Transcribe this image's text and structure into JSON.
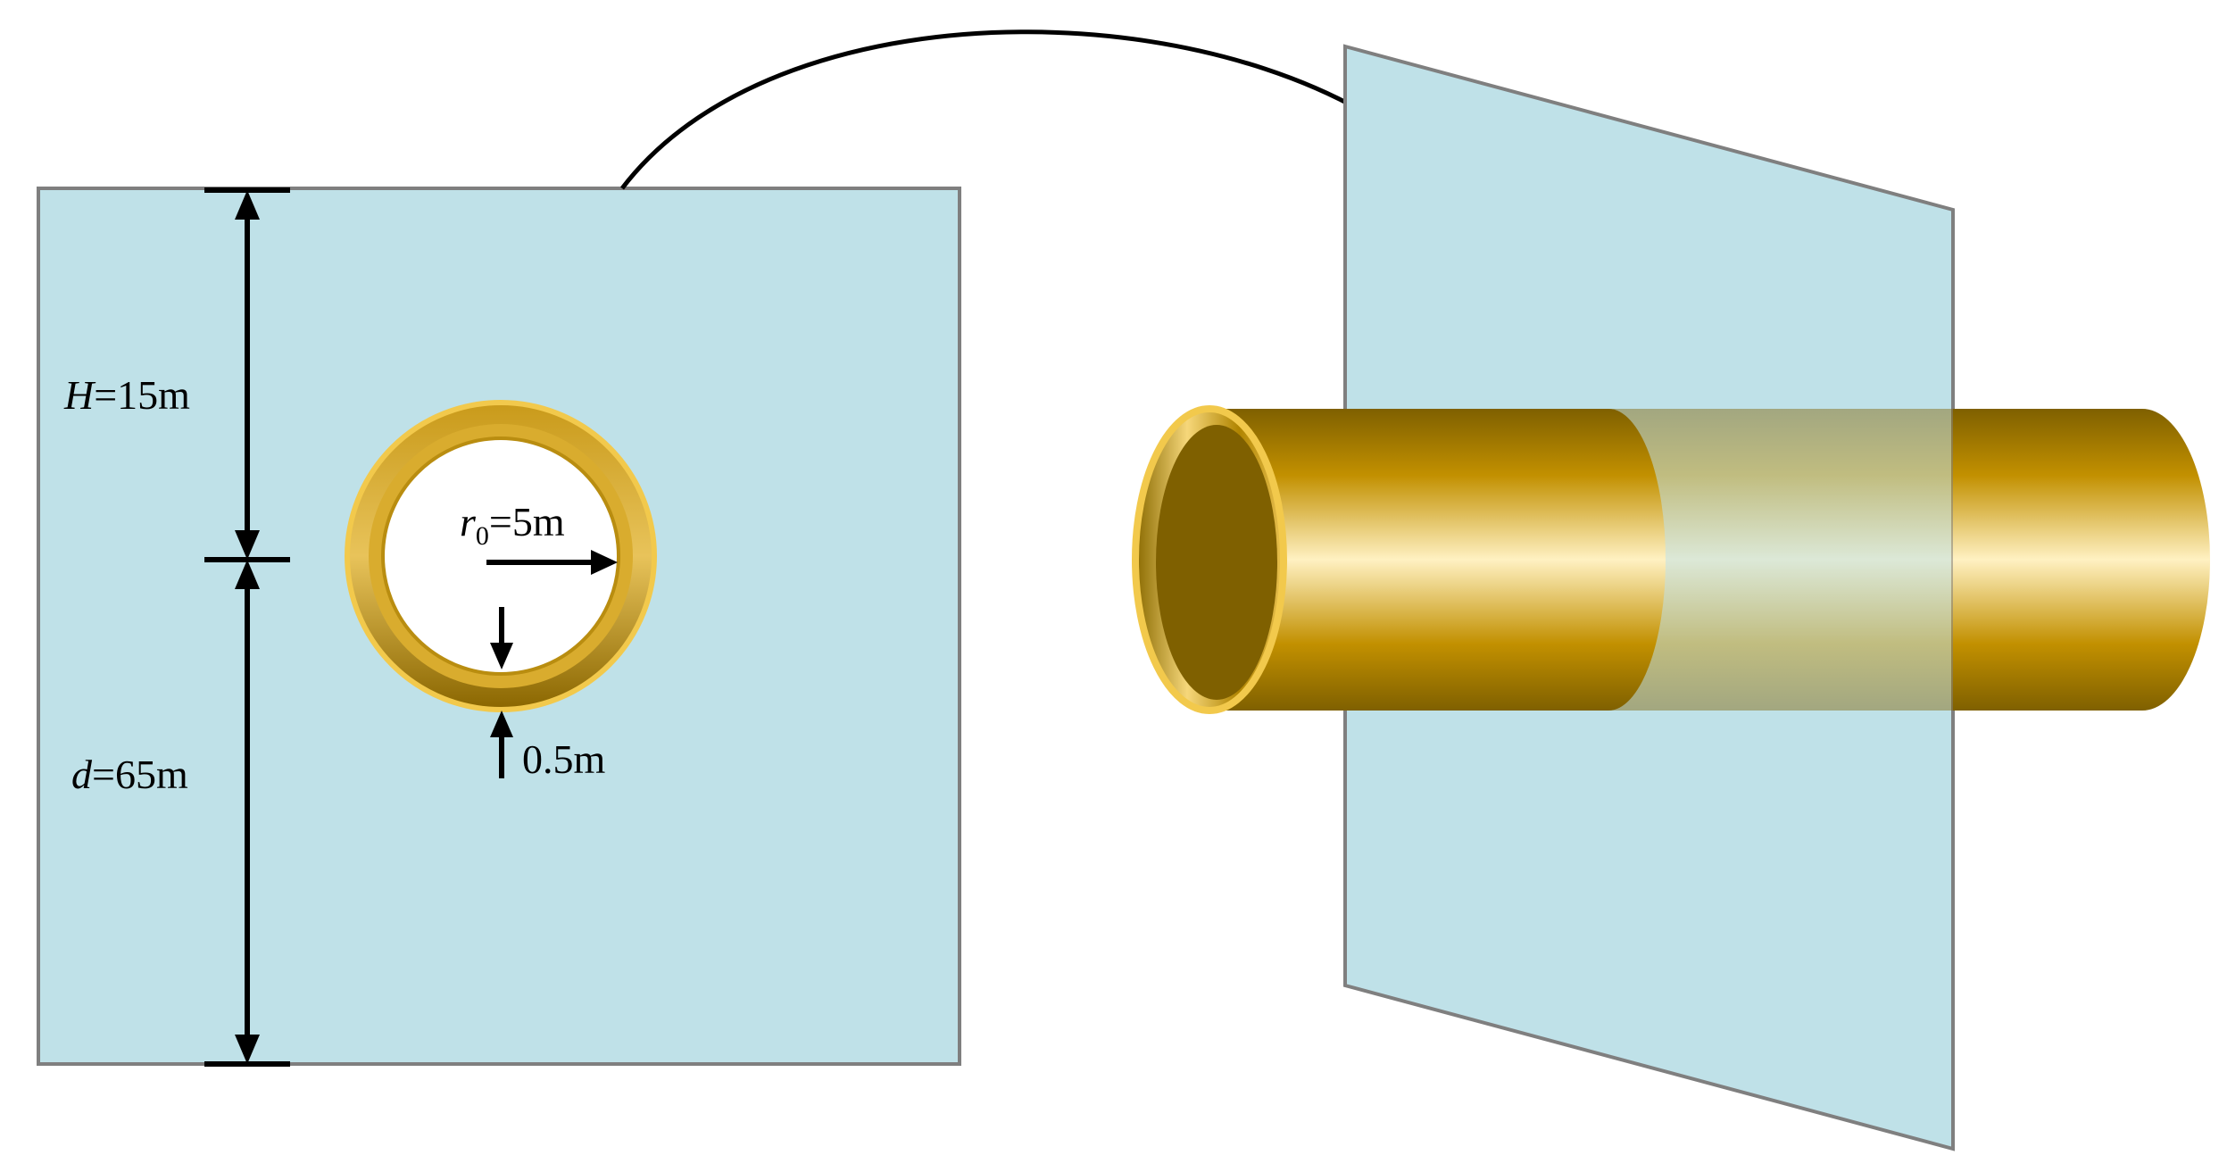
{
  "cross_section": {
    "depth_label": {
      "symbol": "H",
      "rest": "=15m"
    },
    "height_label": {
      "symbol": "d",
      "rest": "=65m"
    },
    "radius_label": {
      "symbol": "r",
      "subscript": "0",
      "rest": "=5m"
    },
    "thickness_label": "0.5m"
  },
  "colors": {
    "water": "#bfe1e8",
    "frame": "#7f7f7f",
    "tunnel_gold": "#c8960a",
    "tunnel_dark": "#7f6000",
    "tunnel_highlight": "#fff0c0",
    "rim_light": "#f2c94c",
    "arrow": "#000000"
  }
}
